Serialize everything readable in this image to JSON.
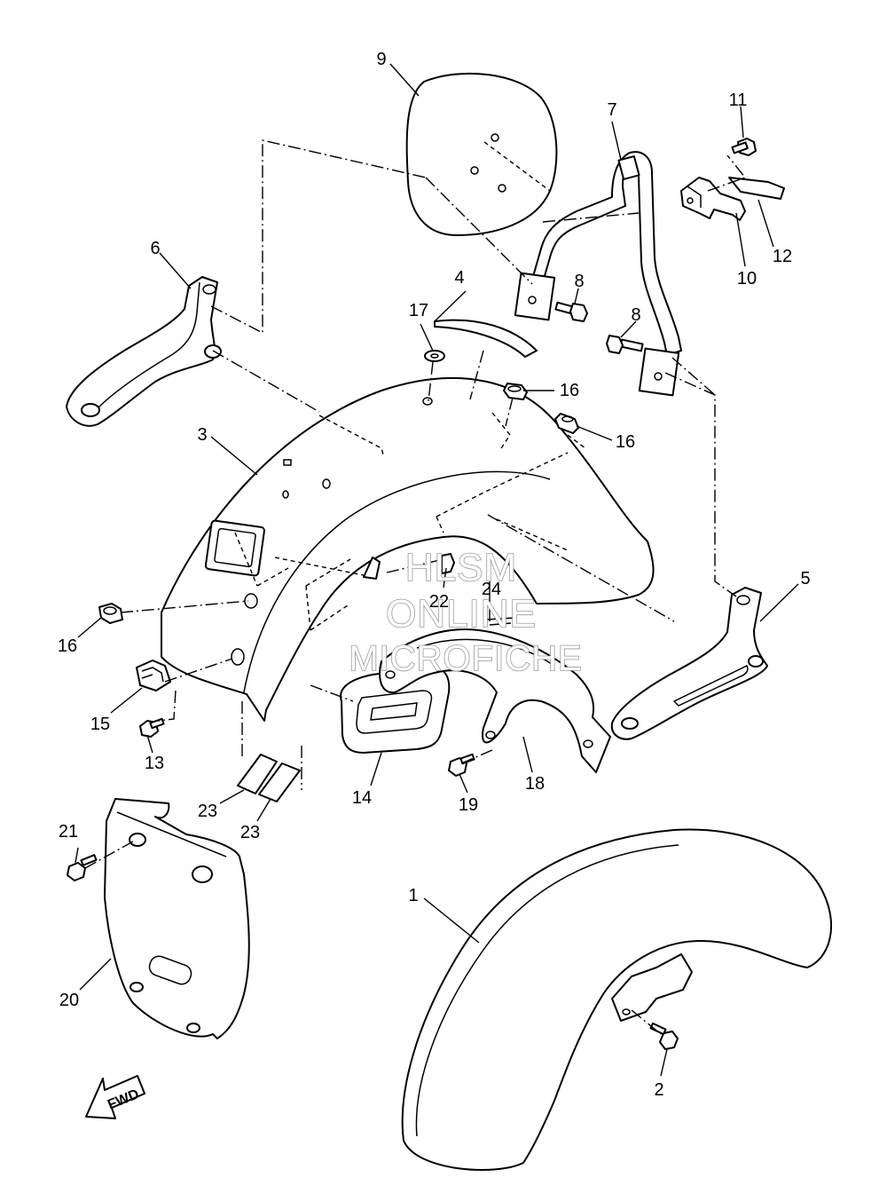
{
  "diagram": {
    "callouts": [
      {
        "id": "1",
        "text": "1"
      },
      {
        "id": "2",
        "text": "2"
      },
      {
        "id": "3",
        "text": "3"
      },
      {
        "id": "4",
        "text": "4"
      },
      {
        "id": "5",
        "text": "5"
      },
      {
        "id": "6",
        "text": "6"
      },
      {
        "id": "7",
        "text": "7"
      },
      {
        "id": "8a",
        "text": "8"
      },
      {
        "id": "8b",
        "text": "8"
      },
      {
        "id": "9",
        "text": "9"
      },
      {
        "id": "10",
        "text": "10"
      },
      {
        "id": "11",
        "text": "11"
      },
      {
        "id": "12",
        "text": "12"
      },
      {
        "id": "13",
        "text": "13"
      },
      {
        "id": "14",
        "text": "14"
      },
      {
        "id": "15",
        "text": "15"
      },
      {
        "id": "16a",
        "text": "16"
      },
      {
        "id": "16b",
        "text": "16"
      },
      {
        "id": "16c",
        "text": "16"
      },
      {
        "id": "17",
        "text": "17"
      },
      {
        "id": "18",
        "text": "18"
      },
      {
        "id": "19",
        "text": "19"
      },
      {
        "id": "20",
        "text": "20"
      },
      {
        "id": "21",
        "text": "21"
      },
      {
        "id": "22",
        "text": "22"
      },
      {
        "id": "23a",
        "text": "23"
      },
      {
        "id": "23b",
        "text": "23"
      },
      {
        "id": "24",
        "text": "24"
      }
    ],
    "direction_label": "FWD",
    "watermark": {
      "line1": "HLSM",
      "line2": "ONLINE",
      "line3": "MICROFICHE"
    }
  }
}
